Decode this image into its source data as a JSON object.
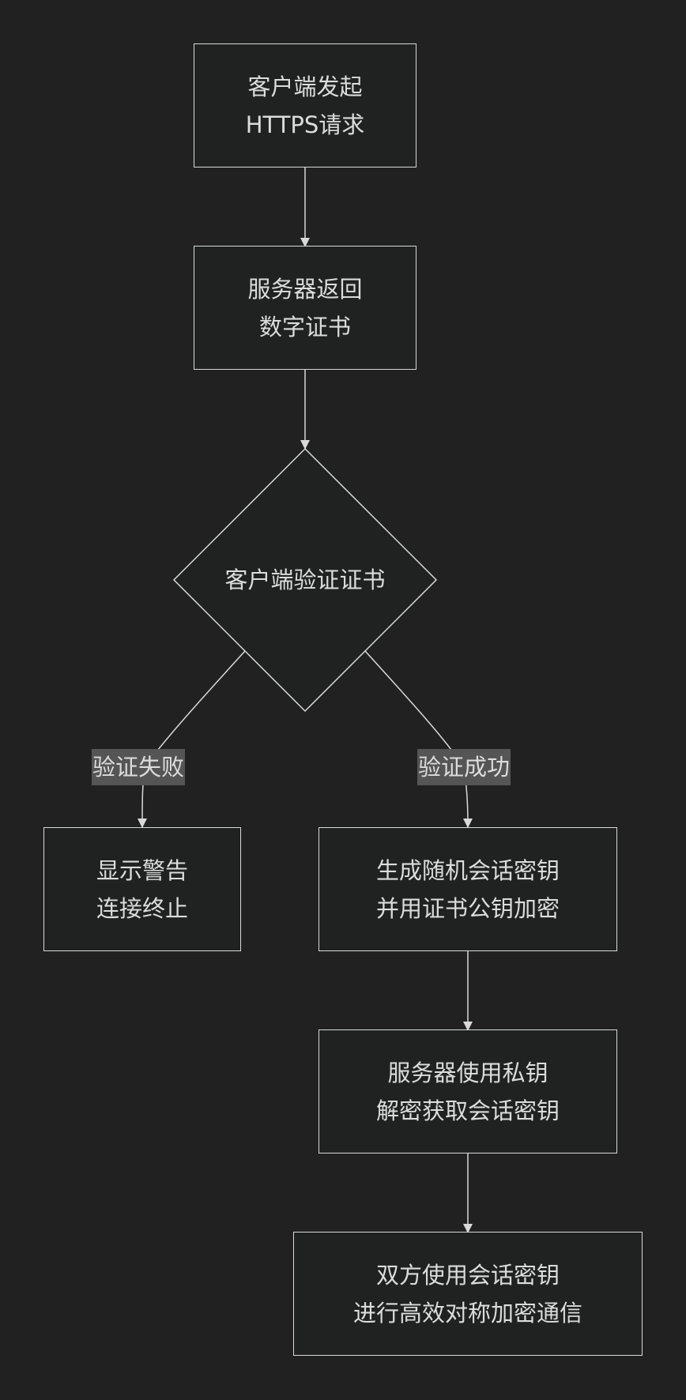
{
  "nodes": {
    "start": {
      "line1": "客户端发起",
      "line2": "HTTPS请求"
    },
    "server_cert": {
      "line1": "服务器返回",
      "line2": "数字证书"
    },
    "verify": {
      "label": "客户端验证证书"
    },
    "fail": {
      "line1": "显示警告",
      "line2": "连接终止"
    },
    "gen_key": {
      "line1": "生成随机会话密钥",
      "line2": "并用证书公钥加密"
    },
    "decrypt": {
      "line1": "服务器使用私钥",
      "line2": "解密获取会话密钥"
    },
    "communicate": {
      "line1": "双方使用会话密钥",
      "line2": "进行高效对称加密通信"
    }
  },
  "edges": {
    "fail_label": "验证失败",
    "success_label": "验证成功"
  },
  "colors": {
    "background": "#212121",
    "stroke": "#d9d9d9",
    "text": "#dcdcdc",
    "edge_label_bg": "#555555"
  }
}
